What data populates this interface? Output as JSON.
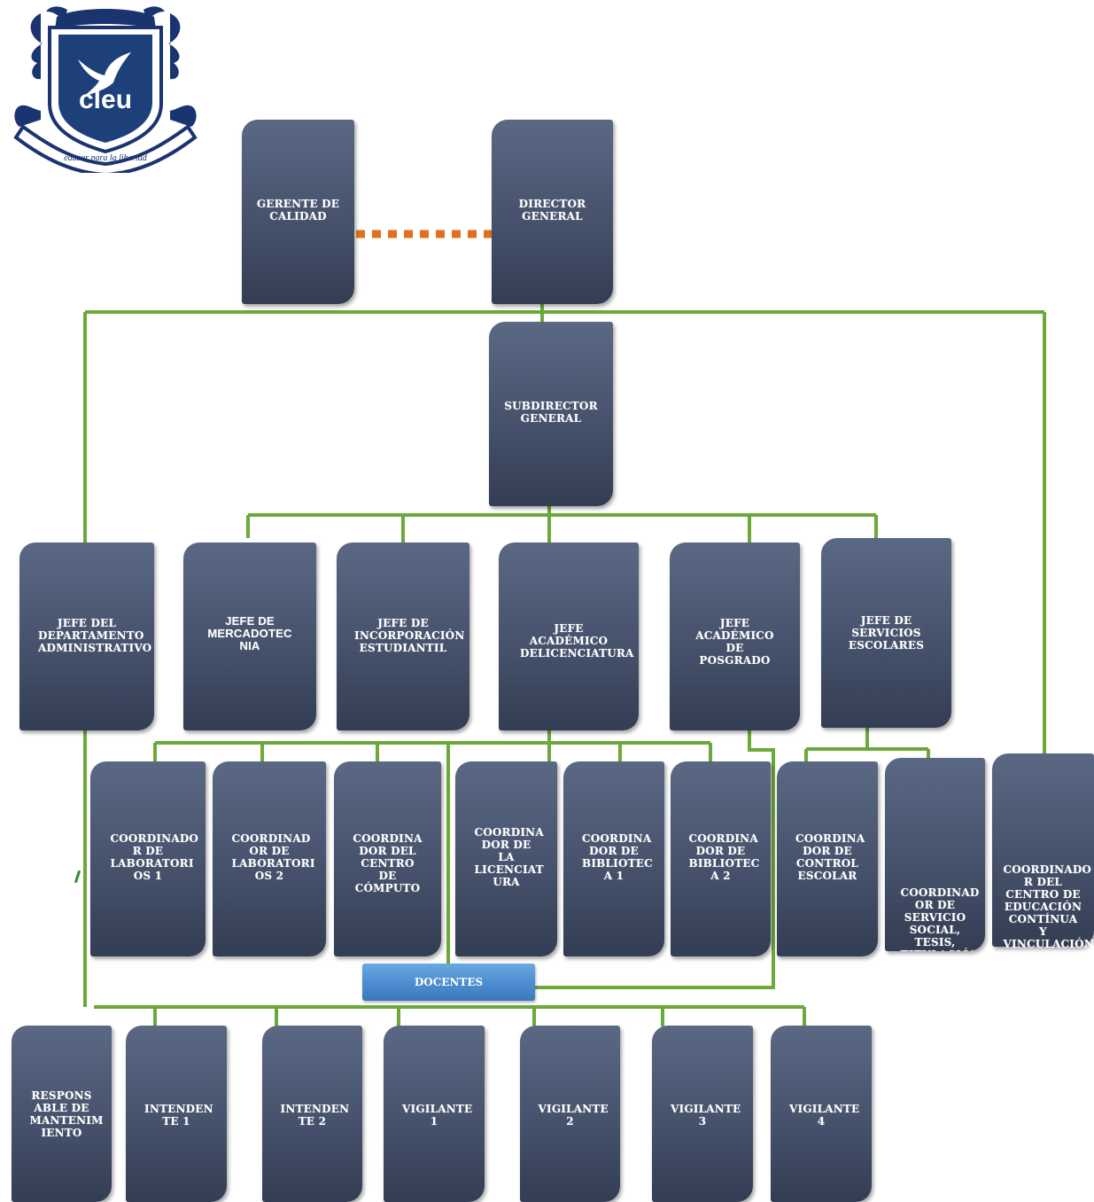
{
  "logo": {
    "wordmark": "cleu",
    "motto": "educar para la libertad",
    "colors": {
      "navy": "#1a3470",
      "shield": "#1d3f7a",
      "white": "#ffffff"
    }
  },
  "colors": {
    "connector": "#6ca83a",
    "dotted_link": "#e0701b",
    "box": "#46526c",
    "docentes": "#4f8fd1"
  },
  "nodes": {
    "gerente_calidad": "GERENTE DE CALIDAD",
    "director_general": "DIRECTOR GENERAL",
    "subdirector_general": "SUBDIRECTOR GENERAL",
    "jefe_admin": "JEFE DEL DEPARTAMENTO ADMINISTRATIVO",
    "jefe_mercadotecnia": "JEFE DE MERCADOTEC NIA",
    "jefe_incorporacion": "JEFE DE INCORPORACIÓN ESTUDIANTIL",
    "jefe_licenciatura": "JEFE ACADÉMICO DELICENCIATURA",
    "jefe_posgrado": "JEFE ACADÉMICO DE POSGRADO",
    "jefe_servicios": "JEFE DE SERVICIOS ESCOLARES",
    "coord_lab1": "COORDINADO R DE LABORATORI OS 1",
    "coord_lab2": "COORDINAD OR DE LABORATORI OS 2",
    "coord_computo": "COORDINA DOR DEL CENTRO DE CÓMPUTO",
    "coord_licenciatura": "COORDINA DOR DE LA LICENCIAT URA",
    "coord_biblio1": "COORDINA DOR DE BIBLIOTEC A 1",
    "coord_biblio2": "COORDINA DOR DE BIBLIOTEC A 2",
    "coord_control": "COORDINA DOR DE CONTROL ESCOLAR",
    "coord_servicio_social": "COORDINAD OR DE SERVICIO SOCIAL, TESIS, TITULACIÓN",
    "coord_educacion_continua": "COORDINADO R DEL CENTRO DE EDUCACIÓN CONTÍNUA Y VINCULACIÓN",
    "docentes": "DOCENTES",
    "resp_mantenimiento": "RESPONS ABLE DE MANTENIM IENTO",
    "intendente1": "INTENDEN TE 1",
    "intendente2": "INTENDEN TE 2",
    "vigilante1": "VIGILANTE 1",
    "vigilante2": "VIGILANTE 2",
    "vigilante3": "VIGILANTE 3",
    "vigilante4": "VIGILANTE 4"
  }
}
